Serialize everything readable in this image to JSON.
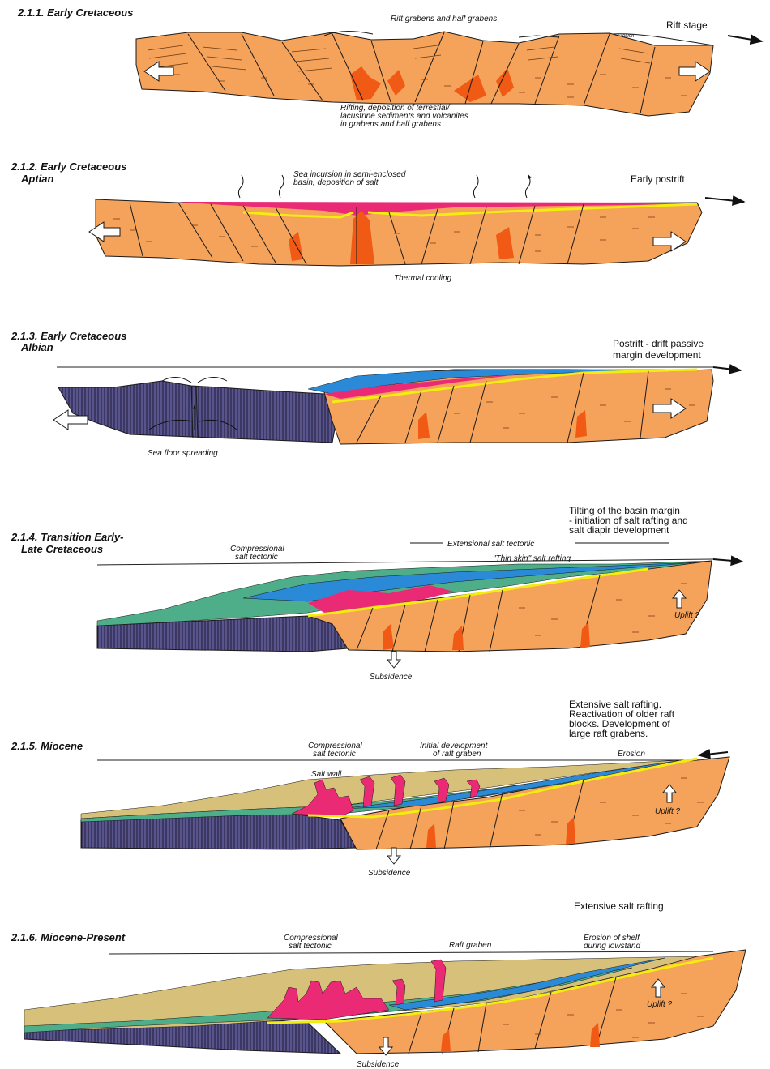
{
  "colors": {
    "crust": "#f5a25a",
    "syn_rift": "#f05a14",
    "salt": "#ea2a74",
    "carbonate": "#2a8ad8",
    "marker": "#f2ec10",
    "green": "#4fae8a",
    "tan": "#d6c07a",
    "oceanic": "#58548c",
    "line": "#1a1a1a"
  },
  "panels": [
    {
      "heading": [
        "2.1.1. Early Cretaceous"
      ],
      "stage": [
        "Rift stage"
      ],
      "annotations": [
        {
          "lines": [
            "Rift grabens and half grabens"
          ]
        },
        {
          "lines": [
            "Rifting, deposition of terrestial/",
            "lacustrine sediments and volcanites",
            "in grabens and half grabens"
          ]
        }
      ],
      "small_labels": [
        "Erosion"
      ]
    },
    {
      "heading": [
        "2.1.2. Early Cretaceous",
        "Aptian"
      ],
      "stage": [
        "Early postrift"
      ],
      "annotations": [
        {
          "lines": [
            "Sea incursion in semi-enclosed",
            "basin, deposition of salt"
          ]
        },
        {
          "lines": [
            "Thermal cooling"
          ]
        }
      ]
    },
    {
      "heading": [
        "2.1.3. Early Cretaceous",
        "Albian"
      ],
      "stage": [
        "Postrift - drift passive",
        "margin development"
      ],
      "annotations": [
        {
          "lines": [
            "Sea floor spreading"
          ]
        }
      ]
    },
    {
      "heading": [
        "2.1.4. Transition Early-",
        "Late Cretaceous"
      ],
      "stage": [
        "Tilting of the basin margin",
        "- initiation of salt rafting and",
        "salt diapir development"
      ],
      "annotations": [
        {
          "lines": [
            "Compressional",
            "salt tectonic"
          ]
        },
        {
          "lines": [
            "Extensional salt tectonic"
          ]
        },
        {
          "lines": [
            "\"Thin skin\" salt rafting"
          ]
        },
        {
          "lines": [
            "Uplift ?"
          ]
        },
        {
          "lines": [
            "Subsidence"
          ]
        }
      ]
    },
    {
      "heading": [
        "2.1.5. Miocene"
      ],
      "stage": [
        "Extensive salt rafting.",
        "Reactivation of older raft",
        "blocks. Development of",
        "large raft grabens."
      ],
      "annotations": [
        {
          "lines": [
            "Compressional",
            "salt tectonic"
          ]
        },
        {
          "lines": [
            "Initial development",
            "of raft graben"
          ]
        },
        {
          "lines": [
            "Salt wall"
          ]
        },
        {
          "lines": [
            "Erosion"
          ]
        },
        {
          "lines": [
            "Uplift ?"
          ]
        },
        {
          "lines": [
            "Subsidence"
          ]
        }
      ]
    },
    {
      "heading": [
        "2.1.6. Miocene-Present"
      ],
      "stage": [
        "Extensive salt rafting."
      ],
      "annotations": [
        {
          "lines": [
            "Compressional",
            "salt tectonic"
          ]
        },
        {
          "lines": [
            "Raft graben"
          ]
        },
        {
          "lines": [
            "Erosion of shelf",
            "during lowstand"
          ]
        },
        {
          "lines": [
            "Uplift ?"
          ]
        },
        {
          "lines": [
            "Subsidence"
          ]
        }
      ]
    }
  ]
}
